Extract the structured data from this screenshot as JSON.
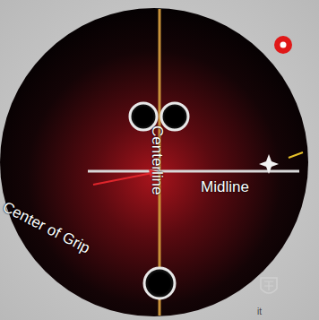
{
  "diagram": {
    "labels": [
      "Center of Grip",
      "Centerline",
      "Midline",
      "it"
    ]
  }
}
